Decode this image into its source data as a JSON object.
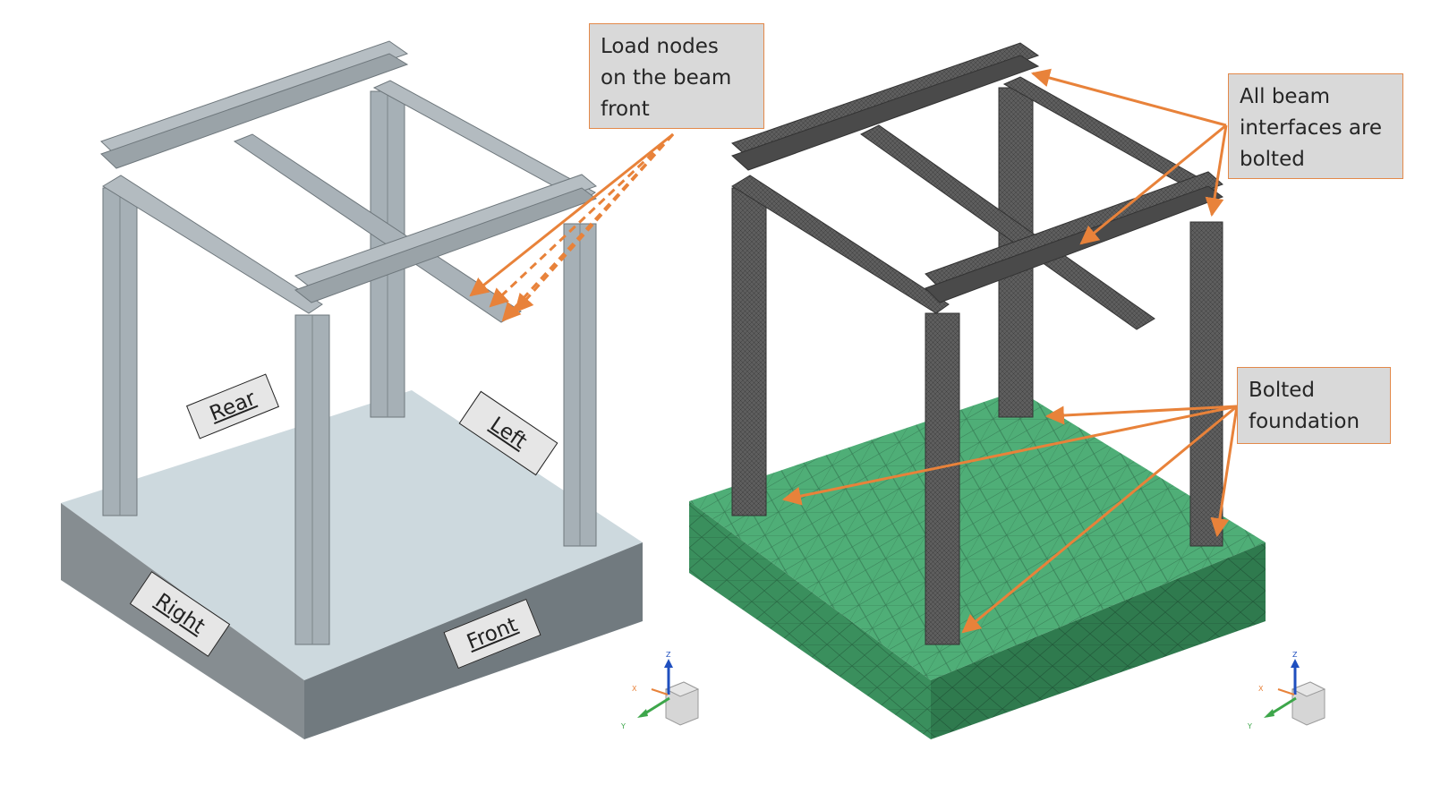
{
  "callouts": {
    "load_nodes": [
      "Load nodes",
      "on the beam",
      "front"
    ],
    "beam_interfaces": [
      "All beam",
      "interfaces are",
      "bolted"
    ],
    "bolted_foundation": [
      "Bolted",
      "foundation"
    ]
  },
  "side_labels": {
    "rear": "Rear",
    "left": "Left",
    "right": "Right",
    "front": "Front"
  },
  "axes": {
    "z": "Z",
    "x": "X",
    "y": "Y"
  },
  "colors": {
    "callout_border": "#e3894a",
    "arrow": "#e8823a",
    "mesh_green": "#4fae77",
    "steel": "#a9b2b8",
    "mesh_steel": "#5a5a5a",
    "slab_top": "#cdd9de",
    "slab_side": "#7c8387"
  }
}
